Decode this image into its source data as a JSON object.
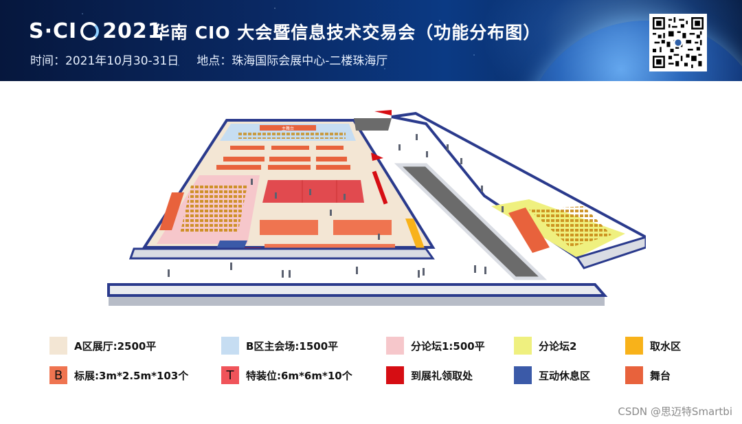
{
  "header": {
    "logo_left": "S·CI",
    "logo_year": "2021",
    "title": "华南 CIO 大会暨信息技术交易会（功能分布图）",
    "time_text": "时间：2021年10月30-31日",
    "place_text": "地点：珠海国际会展中心-二楼珠海厅"
  },
  "floor_plan": {
    "stage_label": "主舞台"
  },
  "legend": [
    {
      "key": "a-hall",
      "label": "A区展厅:2500平",
      "color": "#f3e6d4",
      "mark": ""
    },
    {
      "key": "b-main",
      "label": "B区主会场:1500平",
      "color": "#c6ddf2",
      "mark": ""
    },
    {
      "key": "forum-1",
      "label": "分论坛1:500平",
      "color": "#f6c7cb",
      "mark": ""
    },
    {
      "key": "forum-2",
      "label": "分论坛2",
      "color": "#eff07f",
      "mark": ""
    },
    {
      "key": "water",
      "label": "取水区",
      "color": "#f8b21a",
      "mark": ""
    },
    {
      "key": "standard",
      "label": "标展:3m*2.5m*103个",
      "color": "#ef7450",
      "mark": "B"
    },
    {
      "key": "special",
      "label": "特装位:6m*6m*10个",
      "color": "#f0545a",
      "mark": "T"
    },
    {
      "key": "gift",
      "label": "到展礼领取处",
      "color": "#d60d13",
      "mark": ""
    },
    {
      "key": "lounge",
      "label": "互动休息区",
      "color": "#3b5aa8",
      "mark": ""
    },
    {
      "key": "stage",
      "label": "舞台",
      "color": "#e8623c",
      "mark": ""
    }
  ],
  "watermark": "CSDN @思迈特Smartbi"
}
